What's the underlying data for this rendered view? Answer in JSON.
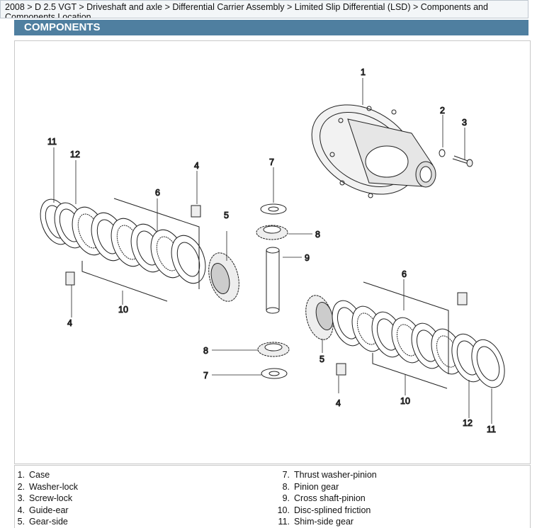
{
  "breadcrumb": "2008 > D 2.5 VGT > Driveshaft and axle > Differential Carrier Assembly > Limited Slip Differential (LSD) > Components and Components Location",
  "section_title": "COMPONENTS",
  "callouts": {
    "c1": "1",
    "c2": "2",
    "c3": "3",
    "c4a": "4",
    "c4b": "4",
    "c4c": "4",
    "c5a": "5",
    "c5b": "5",
    "c6a": "6",
    "c6b": "6",
    "c7a": "7",
    "c7b": "7",
    "c8a": "8",
    "c8b": "8",
    "c9": "9",
    "c10a": "10",
    "c10b": "10",
    "c11a": "11",
    "c11b": "11",
    "c12a": "12",
    "c12b": "12"
  },
  "legend_left": [
    {
      "num": "1.",
      "label": "Case"
    },
    {
      "num": "2.",
      "label": "Washer-lock"
    },
    {
      "num": "3.",
      "label": "Screw-lock"
    },
    {
      "num": "4.",
      "label": "Guide-ear"
    },
    {
      "num": "5.",
      "label": "Gear-side"
    }
  ],
  "legend_right": [
    {
      "num": "7.",
      "label": "Thrust washer-pinion"
    },
    {
      "num": "8.",
      "label": "Pinion gear"
    },
    {
      "num": "9.",
      "label": "Cross shaft-pinion"
    },
    {
      "num": "10.",
      "label": "Disc-splined friction"
    },
    {
      "num": "11.",
      "label": "Shim-side gear"
    }
  ]
}
